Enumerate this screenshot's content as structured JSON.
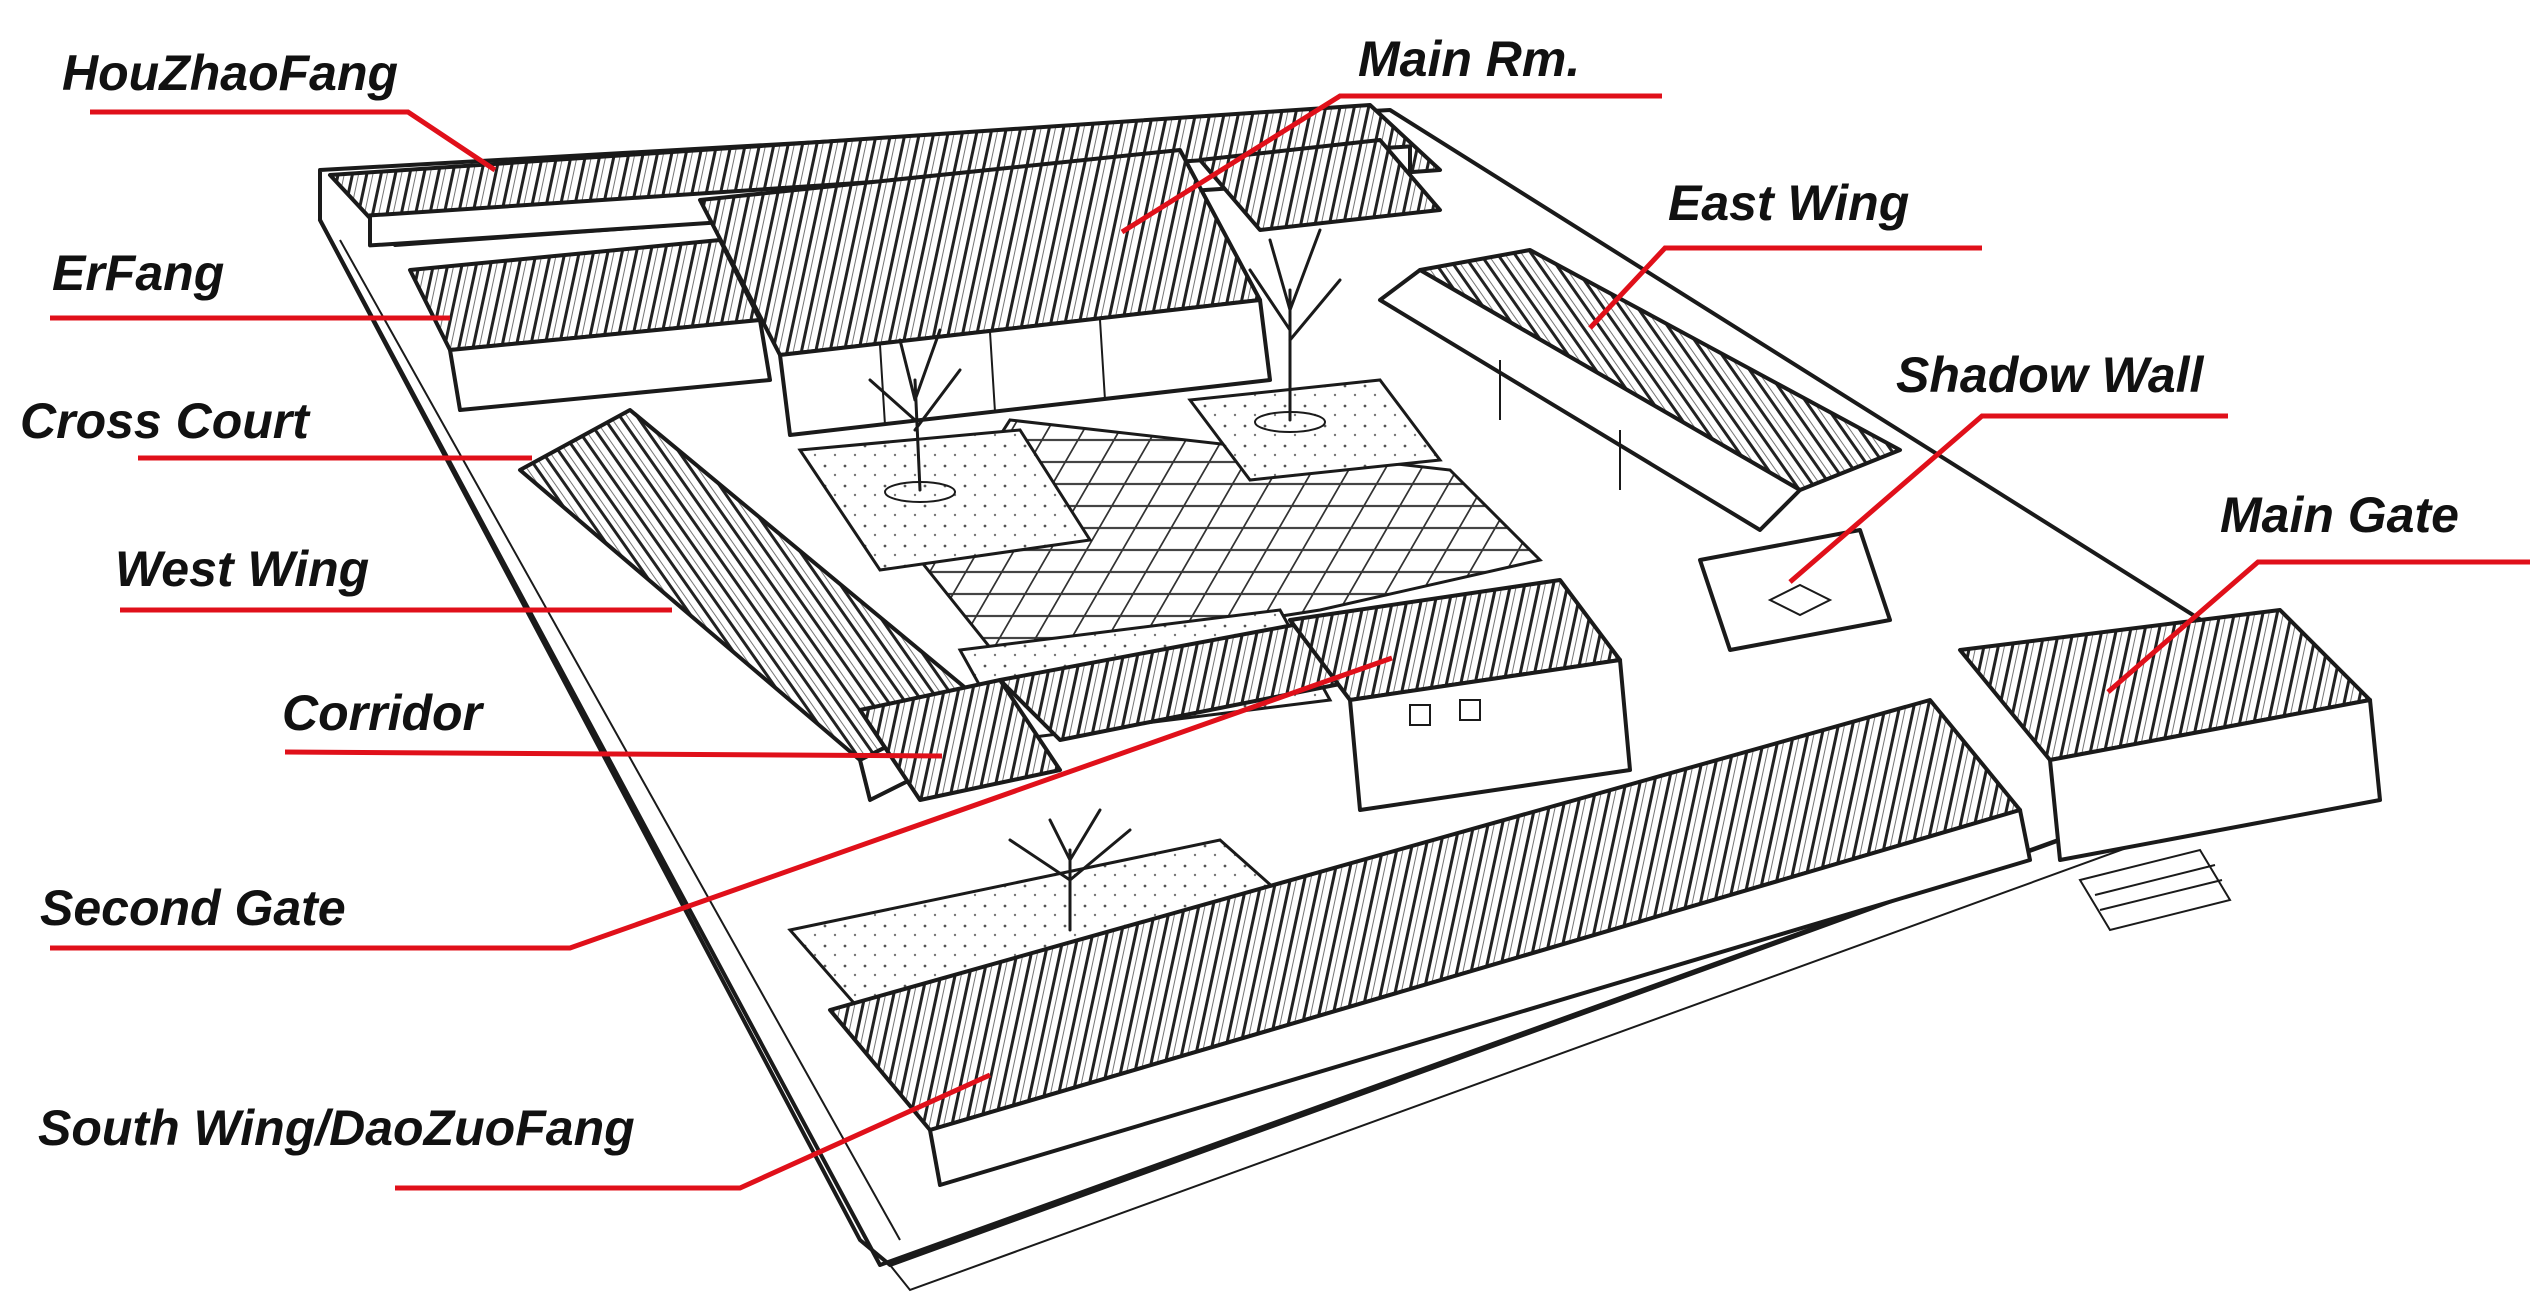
{
  "diagram": {
    "label_color": "#e0101a",
    "labels": [
      {
        "id": "houzhaofang",
        "text": "HouZhaoFang"
      },
      {
        "id": "main-rm",
        "text": "Main Rm."
      },
      {
        "id": "erfang",
        "text": "ErFang"
      },
      {
        "id": "east-wing",
        "text": "East Wing"
      },
      {
        "id": "cross-court",
        "text": "Cross Court"
      },
      {
        "id": "shadow-wall",
        "text": "Shadow Wall"
      },
      {
        "id": "west-wing",
        "text": "West Wing"
      },
      {
        "id": "main-gate",
        "text": "Main Gate"
      },
      {
        "id": "corridor",
        "text": "Corridor"
      },
      {
        "id": "second-gate",
        "text": "Second Gate"
      },
      {
        "id": "south-wing",
        "text": "South Wing/DaoZuoFang"
      }
    ]
  }
}
